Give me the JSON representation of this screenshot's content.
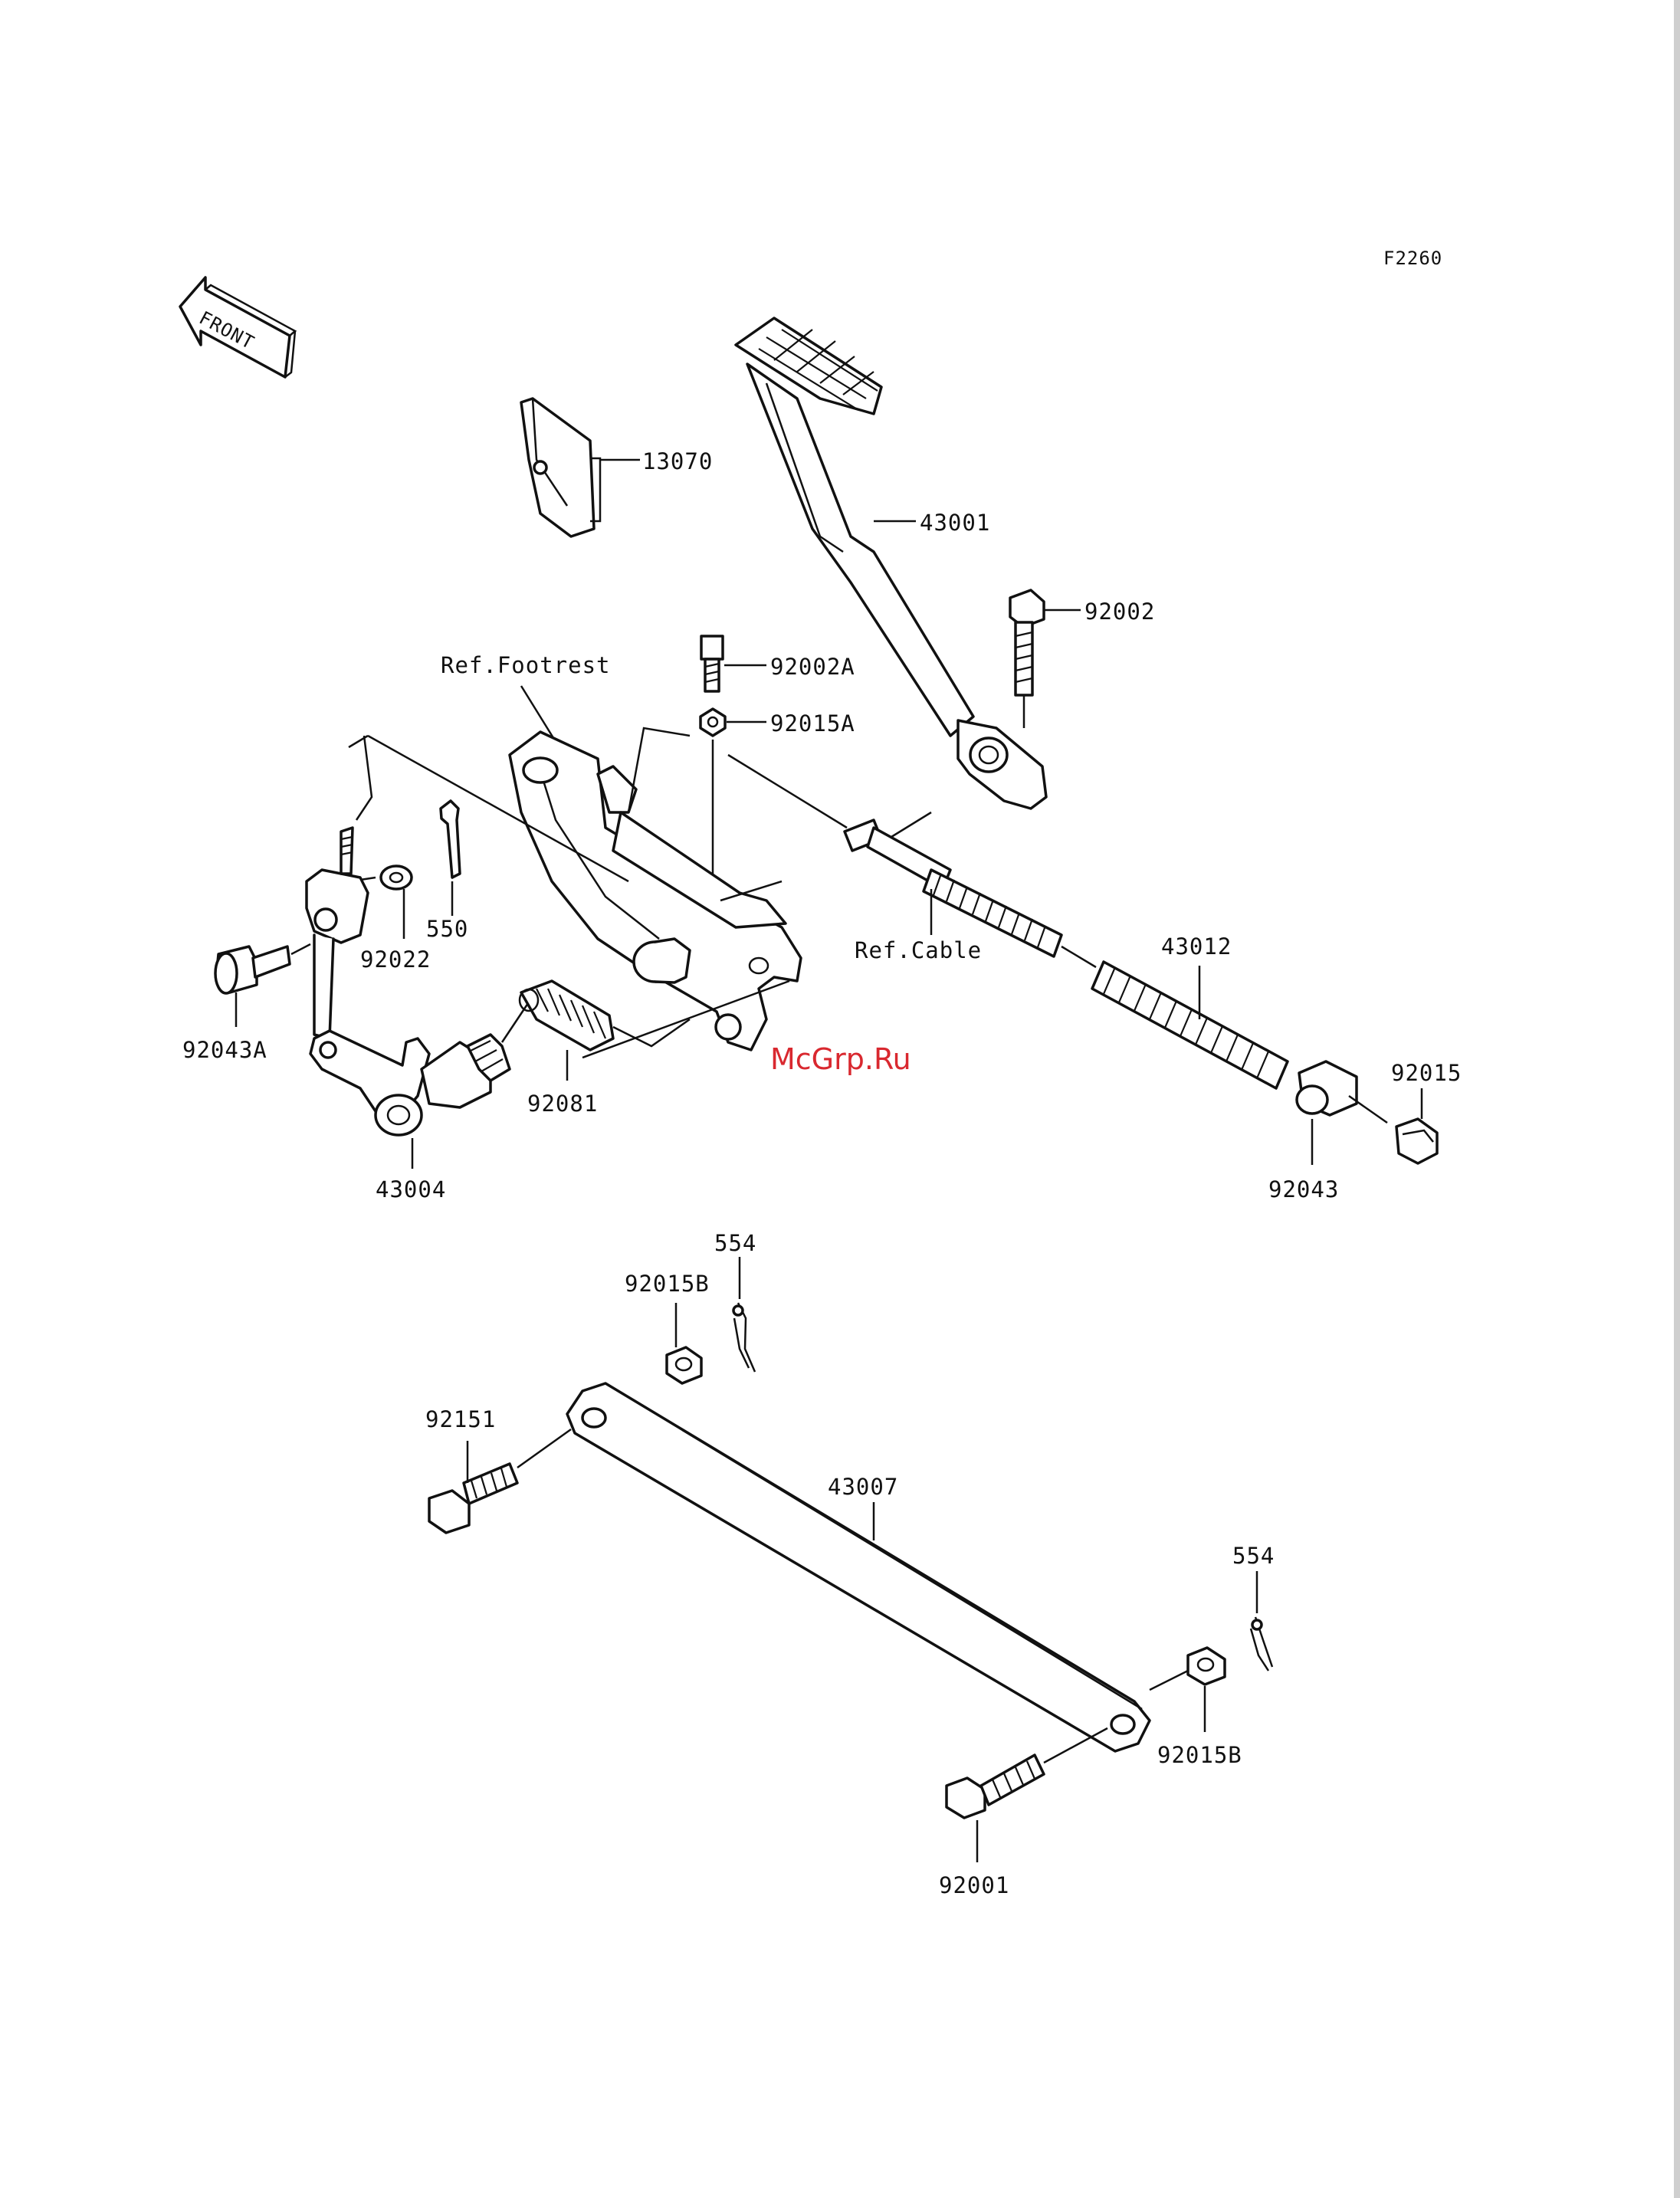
{
  "figure_code": "F2260",
  "front_arrow": {
    "text": "FRONT",
    "icon": "front-arrow-icon"
  },
  "watermark": "McGrp.Ru",
  "references": {
    "footrest": "Ref.Footrest",
    "cable": "Ref.Cable"
  },
  "parts": [
    "13070",
    "43001",
    "92002",
    "92002A",
    "92015A",
    "550",
    "92022",
    "92043A",
    "92081",
    "43004",
    "43012",
    "92015",
    "92043",
    "554",
    "92015B",
    "92151",
    "43007",
    "554",
    "92015B",
    "92001"
  ]
}
